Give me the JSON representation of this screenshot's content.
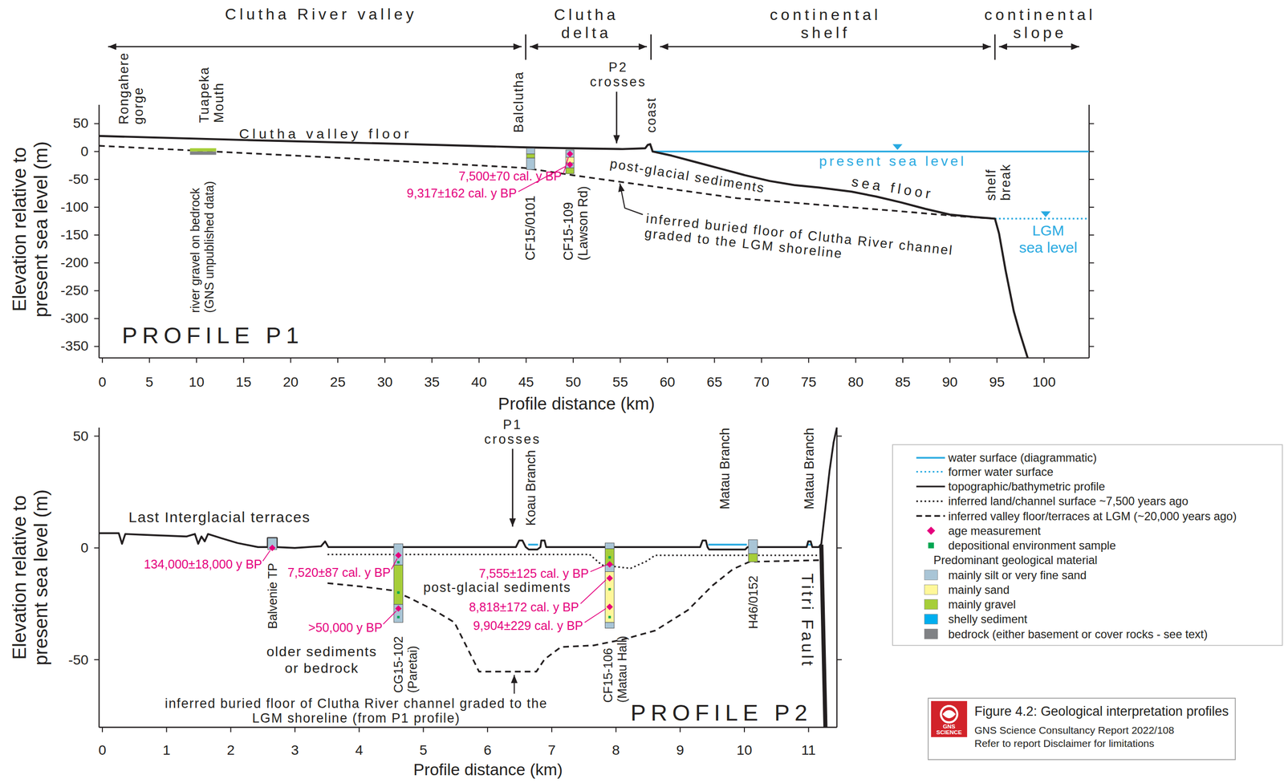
{
  "diagram": {
    "nodes": [
      {
        "text": [
          "Figure 4.2: Geological interpretation profiles",
          "GNS Science Consultancy Report 2022/108",
          "Refer to report Disclaimer for limitations"
        ]
      }
    ],
    "labels": [
      "Clutha River valley",
      "Clutha delta",
      "continental shelf",
      "continental slope",
      "Rongahere gorge",
      "Tuapeka Mouth",
      "Clutha valley floor",
      "Balclutha",
      "P2 crosses",
      "coast",
      "present sea level",
      "post-glacial sediments",
      "sea floor",
      "shelf break",
      "LGM sea level",
      "river gravel on bedrock (GNS unpublished data)",
      "7,500±70 cal. y BP",
      "9,317±162 cal. y BP",
      "CF15/0101",
      "CF15-109 (Lawson Rd)",
      "inferred buried floor of Clutha River channel graded to the LGM shoreline",
      "PROFILE P1",
      "Elevation relative to present sea level (m)",
      "Profile distance (km)",
      "50",
      "0",
      "-50",
      "-100",
      "-150",
      "-200",
      "-250",
      "-300",
      "-350",
      "0",
      "5",
      "10",
      "15",
      "20",
      "25",
      "30",
      "35",
      "40",
      "45",
      "50",
      "55",
      "60",
      "65",
      "70",
      "75",
      "80",
      "85",
      "90",
      "95",
      "100",
      "Last Interglacial terraces",
      "134,000±18,000 y BP",
      "Balvenie TP",
      "7,520±87 cal. y BP",
      ">50,000 y BP",
      "CG15-102 (Paretai)",
      "older sediments or bedrock",
      "P1 crosses",
      "Koau Branch",
      "post-glacial sediments",
      "7,555±125 cal. y BP",
      "8,818±172 cal. y BP",
      "9,904±229 cal. y BP",
      "CF15-106 (Matau Hall)",
      "Matau Branch",
      "H46/0152",
      "Matau Branch",
      "Titri Fault",
      "inferred buried floor of Clutha River channel graded to the LGM shoreline (from P1 profile)",
      "PROFILE P2",
      "Elevation relative to present sea level (m)",
      "Profile distance (km)",
      "50",
      "0",
      "-50",
      "0",
      "1",
      "2",
      "3",
      "4",
      "5",
      "6",
      "7",
      "8",
      "9",
      "10",
      "11",
      "Predominant geological material",
      "GNS SCIENCE"
    ],
    "legend": [
      {
        "text": "water surface (diagrammatic)"
      },
      {
        "text": "former water surface"
      },
      {
        "text": "topographic/bathymetric profile"
      },
      {
        "text": "inferred land/channel surface ~7,500 years ago"
      },
      {
        "text": "inferred valley floor/terraces at LGM (~20,000 years ago)"
      },
      {
        "text": "age measurement"
      },
      {
        "text": "depositional environment sample",
        "color": "#00a651"
      },
      {
        "text": "mainly silt or very fine sand",
        "color": "#a9c5d6"
      },
      {
        "text": "mainly sand",
        "color": "#fff799"
      },
      {
        "text": "mainly gravel",
        "color": "#a6ce39"
      },
      {
        "text": "shelly sediment",
        "color": "#00aeef"
      },
      {
        "text": "bedrock (either basement or cover rocks - see text)",
        "color": "#808285"
      }
    ]
  }
}
